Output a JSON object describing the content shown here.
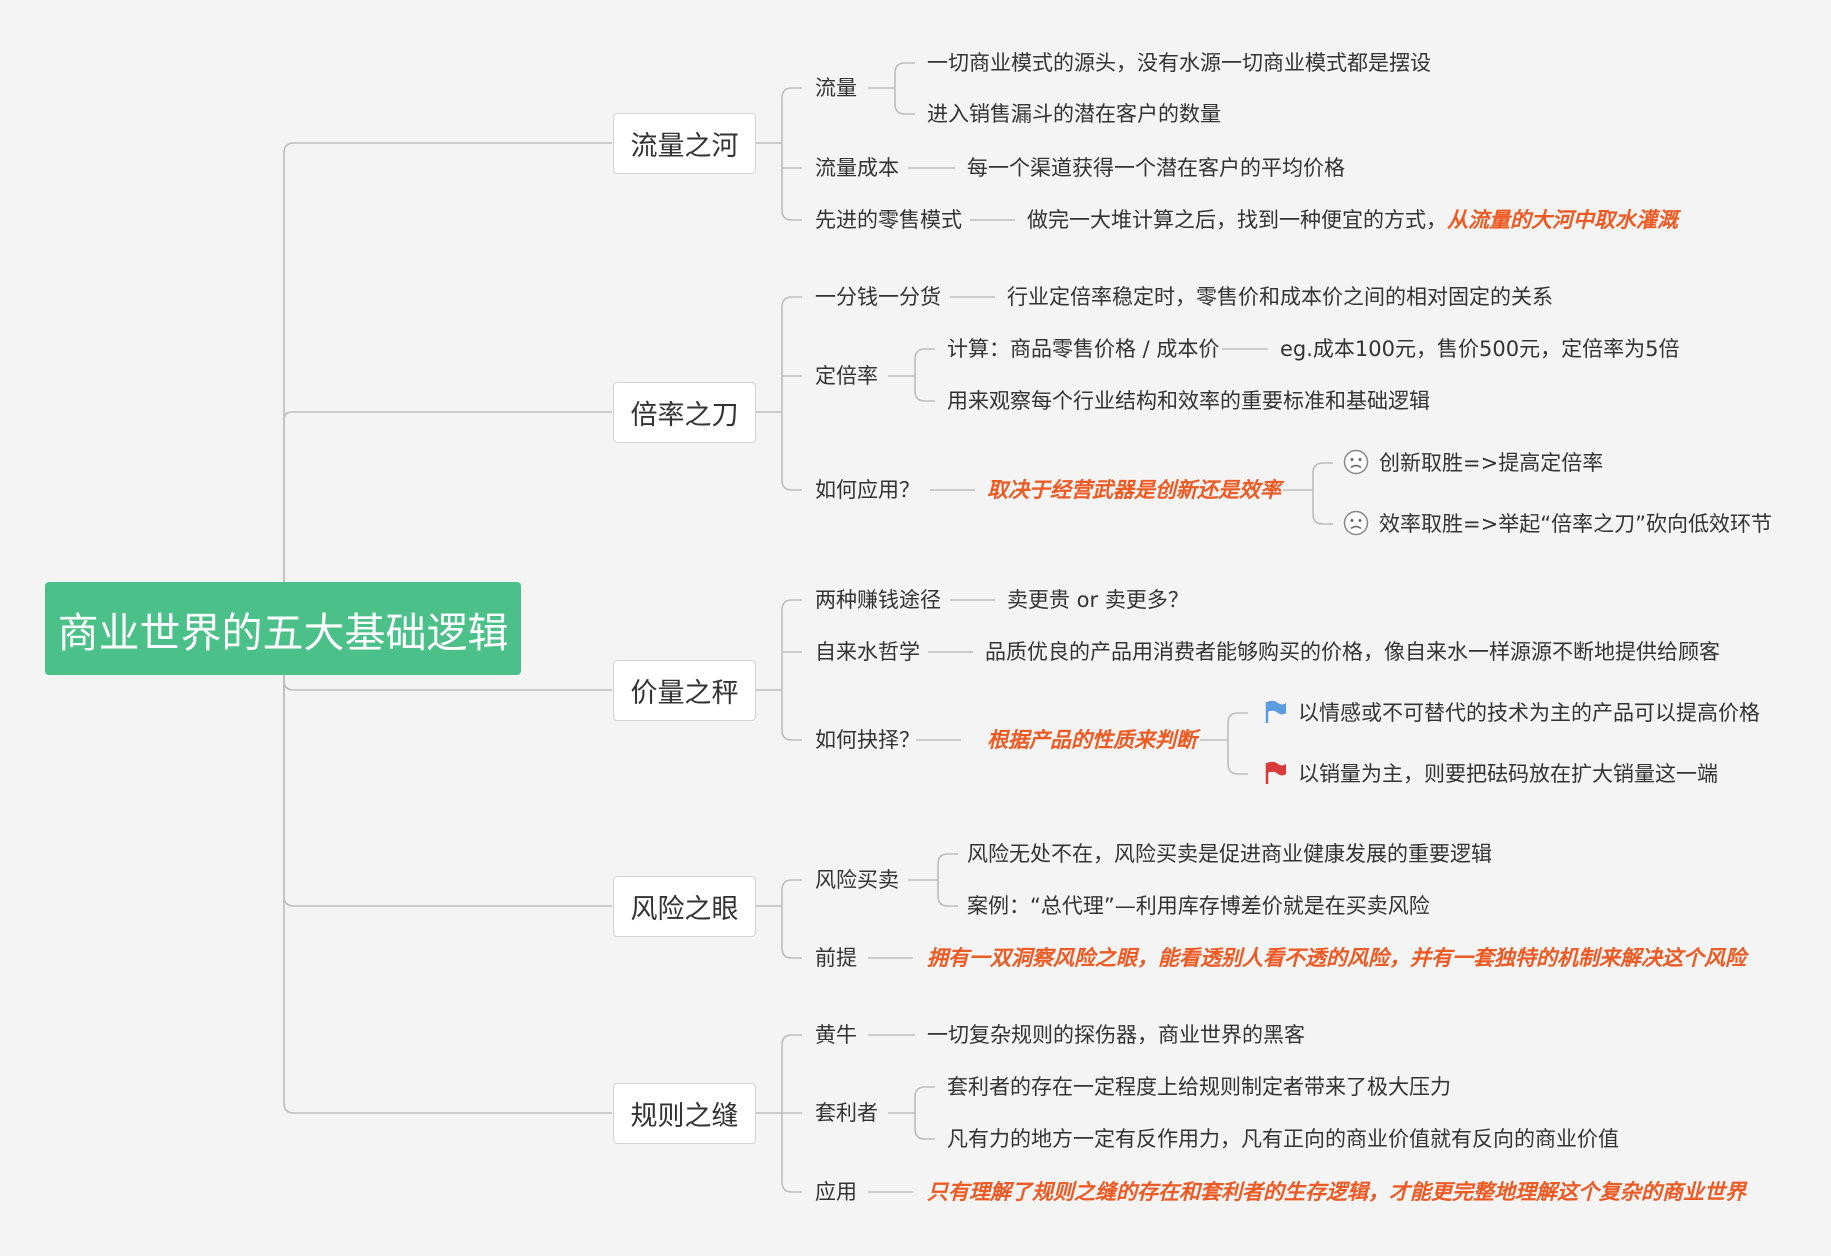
{
  "root": {
    "title": "商业世界的五大基础逻辑"
  },
  "icons": {
    "sad": "sad-face-icon",
    "blue_flag": "blue-flag-icon",
    "red_flag": "red-flag-icon"
  },
  "colors": {
    "root": "#4bc088",
    "emphasis": "#ee5a24",
    "blue_flag": "#5b9be0",
    "red_flag": "#d93b3b",
    "line": "#bdbdbd"
  },
  "topics": {
    "t1": {
      "title": "流量之河",
      "items": {
        "traffic": {
          "label": "流量",
          "details": [
            "一切商业模式的源头，没有水源一切商业模式都是摆设",
            "进入销售漏斗的潜在客户的数量"
          ]
        },
        "cost": {
          "label": "流量成本",
          "detail": "每一个渠道获得一个潜在客户的平均价格"
        },
        "retail": {
          "label": "先进的零售模式",
          "detail": "做完一大堆计算之后，找到一种便宜的方式，",
          "emphasis": "从流量的大河中取水灌溉"
        }
      }
    },
    "t2": {
      "title": "倍率之刀",
      "items": {
        "price": {
          "label": "一分钱一分货",
          "detail": "行业定倍率稳定时，零售价和成本价之间的相对固定的关系"
        },
        "ratio": {
          "label": "定倍率",
          "formula": "计算：商品零售价格 / 成本价",
          "example": "eg.成本100元，售价500元，定倍率为5倍",
          "usage": "用来观察每个行业结构和效率的重要标准和基础逻辑"
        },
        "apply": {
          "label": "如何应用？",
          "emphasis": "取决于经营武器是创新还是效率",
          "options": [
            "创新取胜=>提高定倍率",
            "效率取胜=>举起“倍率之刀”砍向低效环节"
          ]
        }
      }
    },
    "t3": {
      "title": "价量之秤",
      "items": {
        "ways": {
          "label": "两种赚钱途径",
          "detail": "卖更贵 or 卖更多？"
        },
        "water": {
          "label": "自来水哲学",
          "detail": "品质优良的产品用消费者能够购买的价格，像自来水一样源源不断地提供给顾客"
        },
        "choose": {
          "label": "如何抉择？",
          "emphasis": "根据产品的性质来判断",
          "options": [
            "以情感或不可替代的技术为主的产品可以提高价格",
            "以销量为主，则要把砝码放在扩大销量这一端"
          ]
        }
      }
    },
    "t4": {
      "title": "风险之眼",
      "items": {
        "trade": {
          "label": "风险买卖",
          "details": [
            "风险无处不在，风险买卖是促进商业健康发展的重要逻辑",
            "案例：“总代理”—利用库存博差价就是在买卖风险"
          ]
        },
        "premise": {
          "label": "前提",
          "emphasis": "拥有一双洞察风险之眼，能看透别人看不透的风险，并有一套独特的机制来解决这个风险"
        }
      }
    },
    "t5": {
      "title": "规则之缝",
      "items": {
        "scalper": {
          "label": "黄牛",
          "detail": "一切复杂规则的探伤器，商业世界的黑客"
        },
        "arbitrage": {
          "label": "套利者",
          "details": [
            "套利者的存在一定程度上给规则制定者带来了极大压力",
            "凡有力的地方一定有反作用力，凡有正向的商业价值就有反向的商业价值"
          ]
        },
        "apply": {
          "label": "应用",
          "emphasis": "只有理解了规则之缝的存在和套利者的生存逻辑，才能更完整地理解这个复杂的商业世界"
        }
      }
    }
  }
}
